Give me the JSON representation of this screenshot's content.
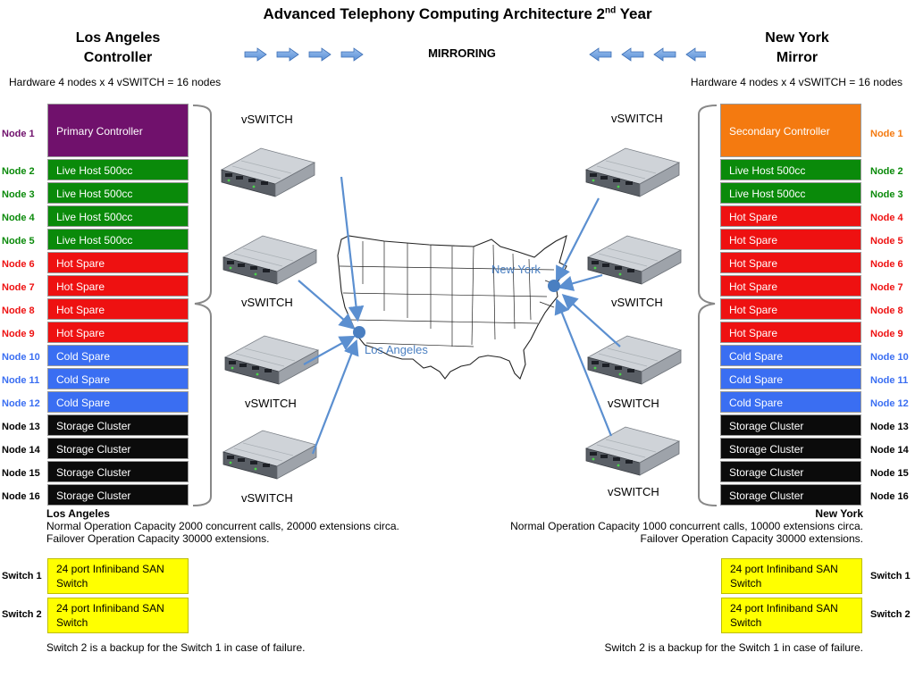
{
  "title": {
    "text": "Advanced Telephony Computing Architecture 2",
    "sup": "nd",
    "suffix": " Year"
  },
  "mirroring": "MIRRORING",
  "left": {
    "heading_line1": "Los Angeles",
    "heading_line2": "Controller",
    "hardware": "Hardware 4 nodes x 4 vSWITCH = 16 nodes",
    "nodes": [
      {
        "label": "Node 1",
        "role": "Primary Controller",
        "color": "#70116c",
        "labelColor": "#70116c"
      },
      {
        "label": "Node 2",
        "role": "Live Host 500cc",
        "color": "#0a8a0a",
        "labelColor": "#0a8a0a"
      },
      {
        "label": "Node 3",
        "role": "Live Host 500cc",
        "color": "#0a8a0a",
        "labelColor": "#0a8a0a"
      },
      {
        "label": "Node 4",
        "role": "Live Host 500cc",
        "color": "#0a8a0a",
        "labelColor": "#0a8a0a"
      },
      {
        "label": "Node 5",
        "role": "Live Host 500cc",
        "color": "#0a8a0a",
        "labelColor": "#0a8a0a"
      },
      {
        "label": "Node 6",
        "role": "Hot Spare",
        "color": "#ee1111",
        "labelColor": "#ee1111"
      },
      {
        "label": "Node 7",
        "role": "Hot Spare",
        "color": "#ee1111",
        "labelColor": "#ee1111"
      },
      {
        "label": "Node 8",
        "role": "Hot Spare",
        "color": "#ee1111",
        "labelColor": "#ee1111"
      },
      {
        "label": "Node 9",
        "role": "Hot Spare",
        "color": "#ee1111",
        "labelColor": "#ee1111"
      },
      {
        "label": "Node 10",
        "role": "Cold Spare",
        "color": "#3a6ef2",
        "labelColor": "#3a6ef2"
      },
      {
        "label": "Node 11",
        "role": "Cold Spare",
        "color": "#3a6ef2",
        "labelColor": "#3a6ef2"
      },
      {
        "label": "Node 12",
        "role": "Cold Spare",
        "color": "#3a6ef2",
        "labelColor": "#3a6ef2"
      },
      {
        "label": "Node 13",
        "role": "Storage Cluster",
        "color": "#0b0b0b",
        "labelColor": "#000000"
      },
      {
        "label": "Node 14",
        "role": "Storage Cluster",
        "color": "#0b0b0b",
        "labelColor": "#000000"
      },
      {
        "label": "Node 15",
        "role": "Storage Cluster",
        "color": "#0b0b0b",
        "labelColor": "#000000"
      },
      {
        "label": "Node 16",
        "role": "Storage Cluster",
        "color": "#0b0b0b",
        "labelColor": "#000000"
      }
    ],
    "vswitch_labels": [
      "vSWITCH",
      "vSWITCH",
      "vSWITCH",
      "vSWITCH"
    ],
    "capacity_title": "Los Angeles",
    "capacity_line1": "Normal Operation Capacity 2000 concurrent calls, 20000 extensions circa.",
    "capacity_line2": "Failover Operation Capacity 30000 extensions.",
    "switches": [
      {
        "label": "Switch 1",
        "text": "24 port Infiniband SAN Switch"
      },
      {
        "label": "Switch 2",
        "text": "24 port Infiniband SAN Switch"
      }
    ],
    "footnote": "Switch 2 is a backup for the Switch 1 in case of failure."
  },
  "right": {
    "heading_line1": "New York",
    "heading_line2": "Mirror",
    "hardware": "Hardware 4 nodes x 4 vSWITCH = 16 nodes",
    "nodes": [
      {
        "label": "Node 1",
        "role": "Secondary Controller",
        "color": "#f47a10",
        "labelColor": "#f47a10"
      },
      {
        "label": "Node 2",
        "role": "Live Host 500cc",
        "color": "#0a8a0a",
        "labelColor": "#0a8a0a"
      },
      {
        "label": "Node 3",
        "role": "Live Host 500cc",
        "color": "#0a8a0a",
        "labelColor": "#0a8a0a"
      },
      {
        "label": "Node 4",
        "role": "Hot Spare",
        "color": "#ee1111",
        "labelColor": "#ee1111"
      },
      {
        "label": "Node 5",
        "role": "Hot Spare",
        "color": "#ee1111",
        "labelColor": "#ee1111"
      },
      {
        "label": "Node 6",
        "role": "Hot Spare",
        "color": "#ee1111",
        "labelColor": "#ee1111"
      },
      {
        "label": "Node 7",
        "role": "Hot Spare",
        "color": "#ee1111",
        "labelColor": "#ee1111"
      },
      {
        "label": "Node 8",
        "role": "Hot Spare",
        "color": "#ee1111",
        "labelColor": "#ee1111"
      },
      {
        "label": "Node 9",
        "role": "Hot Spare",
        "color": "#ee1111",
        "labelColor": "#ee1111"
      },
      {
        "label": "Node 10",
        "role": "Cold Spare",
        "color": "#3a6ef2",
        "labelColor": "#3a6ef2"
      },
      {
        "label": "Node 11",
        "role": "Cold Spare",
        "color": "#3a6ef2",
        "labelColor": "#3a6ef2"
      },
      {
        "label": "Node 12",
        "role": "Cold Spare",
        "color": "#3a6ef2",
        "labelColor": "#3a6ef2"
      },
      {
        "label": "Node 13",
        "role": "Storage Cluster",
        "color": "#0b0b0b",
        "labelColor": "#000000"
      },
      {
        "label": "Node 14",
        "role": "Storage Cluster",
        "color": "#0b0b0b",
        "labelColor": "#000000"
      },
      {
        "label": "Node 15",
        "role": "Storage Cluster",
        "color": "#0b0b0b",
        "labelColor": "#000000"
      },
      {
        "label": "Node 16",
        "role": "Storage Cluster",
        "color": "#0b0b0b",
        "labelColor": "#000000"
      }
    ],
    "vswitch_labels": [
      "vSWITCH",
      "vSWITCH",
      "vSWITCH",
      "vSWITCH"
    ],
    "capacity_title": "New York",
    "capacity_line1": "Normal Operation Capacity 1000 concurrent calls, 10000 extensions circa.",
    "capacity_line2": "Failover Operation Capacity 30000 extensions.",
    "switches": [
      {
        "label": "Switch 1",
        "text": "24 port Infiniband SAN Switch"
      },
      {
        "label": "Switch 2",
        "text": "24 port Infiniband SAN Switch"
      }
    ],
    "footnote": "Switch 2 is a backup for the Switch 1 in case of failure."
  },
  "map": {
    "city_west": "Los Angeles",
    "city_east": "New York",
    "pin_color": "#4a7fc1",
    "arrow_color": "#5b8fd0"
  }
}
